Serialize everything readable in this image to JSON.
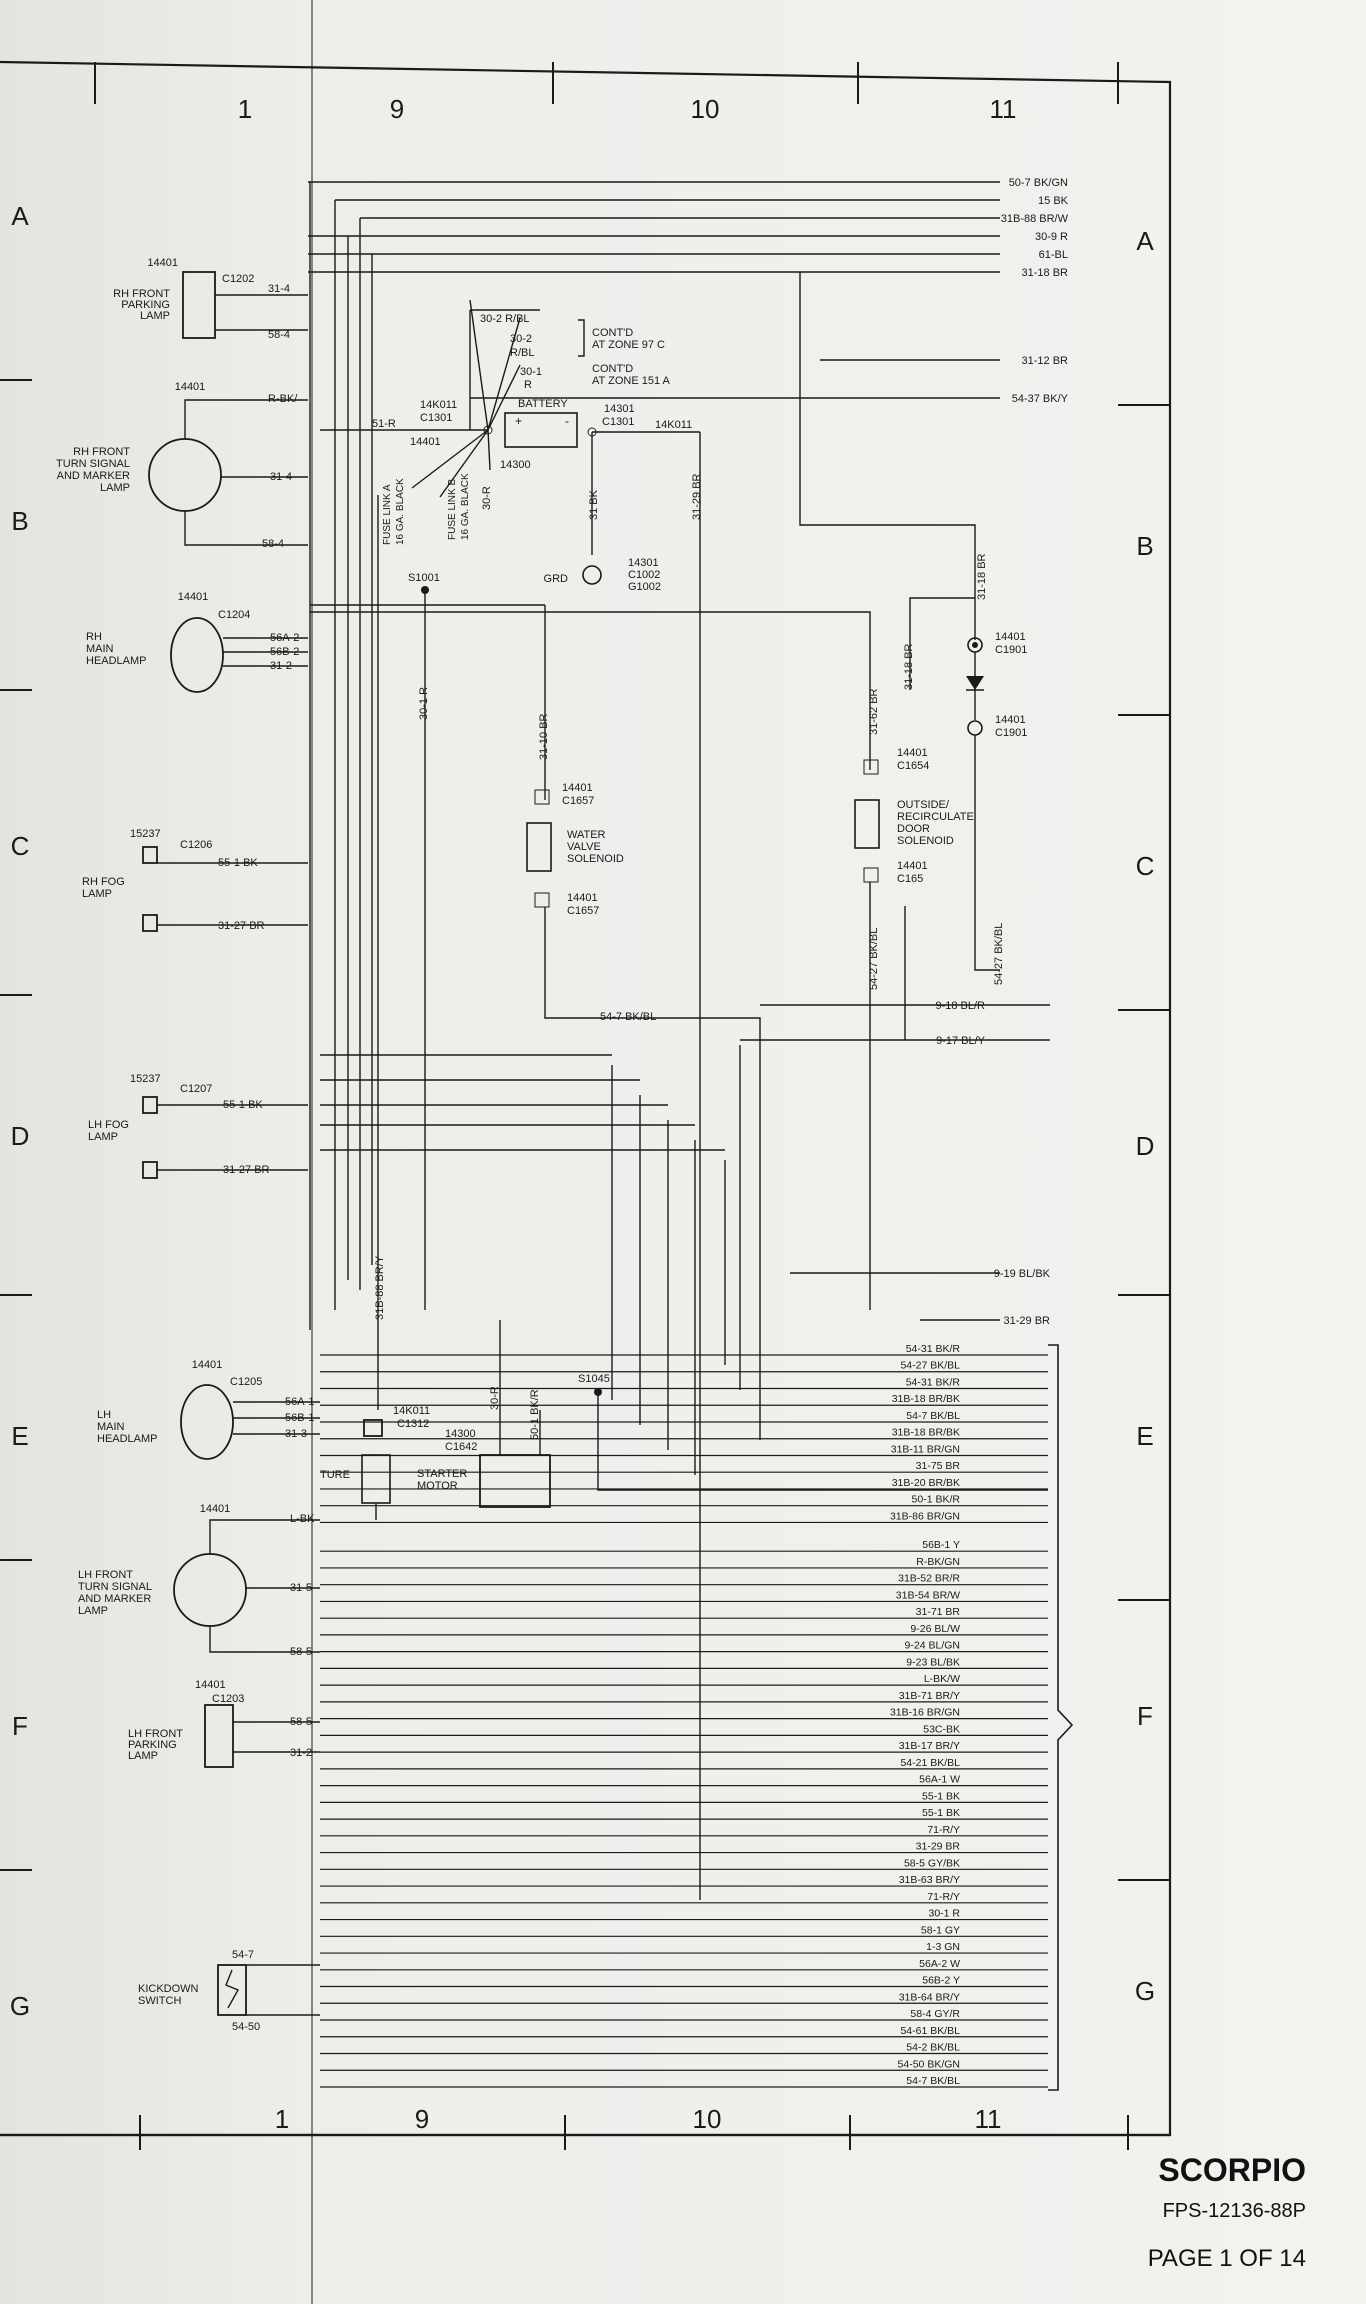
{
  "columns_top": [
    "1",
    "9",
    "10",
    "11"
  ],
  "columns_bottom": [
    "1",
    "9",
    "10",
    "11"
  ],
  "rows_left": [
    "A",
    "B",
    "C",
    "D",
    "E",
    "F",
    "G"
  ],
  "rows_right": [
    "A",
    "B",
    "C",
    "D",
    "E",
    "F",
    "G"
  ],
  "top_buses": [
    "50-7 BK/GN",
    "15 BK",
    "31B-88 BR/W",
    "30-9 R",
    "61-BL",
    "31-18 BR"
  ],
  "mid_right_wires": [
    "31-12 BR",
    "54-37 BK/Y",
    "9-18 BL/R",
    "9-17 BL/Y",
    "9-19 BL/BK",
    "31-29 BR"
  ],
  "bundle_wires": [
    "54-31 BK/R",
    "54-27 BK/BL",
    "54-31 BK/R",
    "31B-18 BR/BK",
    "54-7 BK/BL",
    "31B-18 BR/BK",
    "31B-11 BR/GN",
    "31-75 BR",
    "31B-20 BR/BK",
    "50-1 BK/R",
    "31B-86 BR/GN",
    "56B-1 Y",
    "R-BK/GN",
    "31B-52 BR/R",
    "31B-54 BR/W",
    "31-71 BR",
    "9-26 BL/W",
    "9-24 BL/GN",
    "9-23 BL/BK",
    "L-BK/W",
    "31B-71 BR/Y",
    "31B-16 BR/GN",
    "53C-BK",
    "31B-17 BR/Y",
    "54-21 BK/BL",
    "56A-1 W",
    "55-1 BK",
    "55-1 BK",
    "71-R/Y",
    "31-29 BR",
    "58-5 GY/BK",
    "31B-63 BR/Y",
    "71-R/Y",
    "30-1 R",
    "58-1 GY",
    "1-3 GN",
    "56A-2 W",
    "56B-2 Y",
    "31B-64 BR/Y",
    "58-4 GY/R",
    "54-61 BK/BL",
    "54-2 BK/BL",
    "54-50 BK/GN",
    "54-7 BK/BL"
  ],
  "components": {
    "rh_parking": {
      "id": "14401",
      "conn": "C1202",
      "label": [
        "RH FRONT",
        "PARKING",
        "LAMP"
      ],
      "wires": [
        "31-4",
        "58-4"
      ]
    },
    "rh_turn": {
      "id": "14401",
      "label": [
        "RH FRONT",
        "TURN SIGNAL",
        "AND MARKER",
        "LAMP"
      ],
      "wires": [
        "R-BK/",
        "31-4",
        "58-4"
      ]
    },
    "rh_headlamp": {
      "id": "14401",
      "conn": "C1204",
      "label": [
        "RH",
        "MAIN",
        "HEADLAMP"
      ],
      "wires": [
        "56A-2",
        "56B-2",
        "31-2"
      ]
    },
    "rh_fog": {
      "id": "15237",
      "conn": "C1206",
      "label": [
        "RH FOG",
        "LAMP"
      ],
      "wires": [
        "55-1 BK",
        "31-27 BR"
      ]
    },
    "lh_fog": {
      "id": "15237",
      "conn": "C1207",
      "label": [
        "LH FOG",
        "LAMP"
      ],
      "wires": [
        "55-1 BK",
        "31-27 BR"
      ]
    },
    "lh_headlamp": {
      "id": "14401",
      "conn": "C1205",
      "label": [
        "LH",
        "MAIN",
        "HEADLAMP"
      ],
      "wires": [
        "56A-1",
        "56B-1",
        "31-3"
      ]
    },
    "lh_turn": {
      "id": "14401",
      "label": [
        "LH FRONT",
        "TURN SIGNAL",
        "AND MARKER",
        "LAMP"
      ],
      "wires": [
        "L-BK",
        "31-5",
        "58-5"
      ]
    },
    "lh_parking": {
      "id": "14401",
      "conn": "C1203",
      "label": [
        "LH FRONT",
        "PARKING",
        "LAMP"
      ],
      "wires": [
        "58-5",
        "31-2"
      ]
    },
    "kickdown": {
      "label": [
        "KICKDOWN",
        "SWITCH"
      ],
      "wires": [
        "54-7",
        "54-50"
      ]
    },
    "battery": {
      "label": "BATTERY",
      "id_left": "14K011",
      "conn_left": "C1301",
      "id_right": "14301",
      "conn_right": "C1301",
      "part": "14300",
      "harness": "14K011",
      "harness2": "14401"
    },
    "ground": {
      "label": "GRD",
      "id": "14301",
      "conns": [
        "C1002",
        "G1002"
      ],
      "wire": "31 BK"
    },
    "fuse_links": [
      "FUSE LINK A",
      "16 GA. BLACK",
      "FUSE LINK B",
      "16 GA. BLACK"
    ],
    "splice_s1001": "S1001",
    "splice_s1045": "S1045",
    "contd": [
      {
        "wires": [
          "30-2 R/BL",
          "30-2",
          "R/BL"
        ],
        "text": [
          "CONT'D",
          "AT ZONE 97 C"
        ]
      },
      {
        "wires": [
          "30-1",
          "R"
        ],
        "text": [
          "CONT'D",
          "AT ZONE 151 A"
        ]
      }
    ],
    "fused_wires": [
      "51-R",
      "30-R",
      "30-1 R",
      "31-10 BR",
      "31-29 BR",
      "31-62 BR",
      "31-18 BR",
      "31-18 BR",
      "54-27 BK/BL",
      "54-27 BK/BL",
      "54-7 BK/BL",
      "31B-88 BR/Y",
      "30-R",
      "50-1 BK/R"
    ],
    "water_valve": {
      "label": [
        "WATER",
        "VALVE",
        "SOLENOID"
      ],
      "id1": "14401",
      "conn1": "C1657",
      "id2": "14401",
      "conn2": "C1657"
    },
    "outside_recirc": {
      "label": [
        "OUTSIDE/",
        "RECIRCULATE",
        "DOOR",
        "SOLENOID"
      ],
      "id1": "14401",
      "conn1": "C1654",
      "id2": "14401",
      "conn2": "C165"
    },
    "diode": {
      "id1": "14401",
      "conn1": "C1901",
      "id2": "14401",
      "conn2": "C1901"
    },
    "starter": {
      "label": [
        "STARTER",
        "MOTOR"
      ],
      "id": "14300",
      "conn": "C1642"
    },
    "temp_sender": {
      "label": "TURE",
      "id": "14K011",
      "conn": "C1312"
    }
  },
  "footer": {
    "vendor": "SCORPIO",
    "doc": "FPS-12136-88P",
    "page": "PAGE 1 OF 14"
  }
}
